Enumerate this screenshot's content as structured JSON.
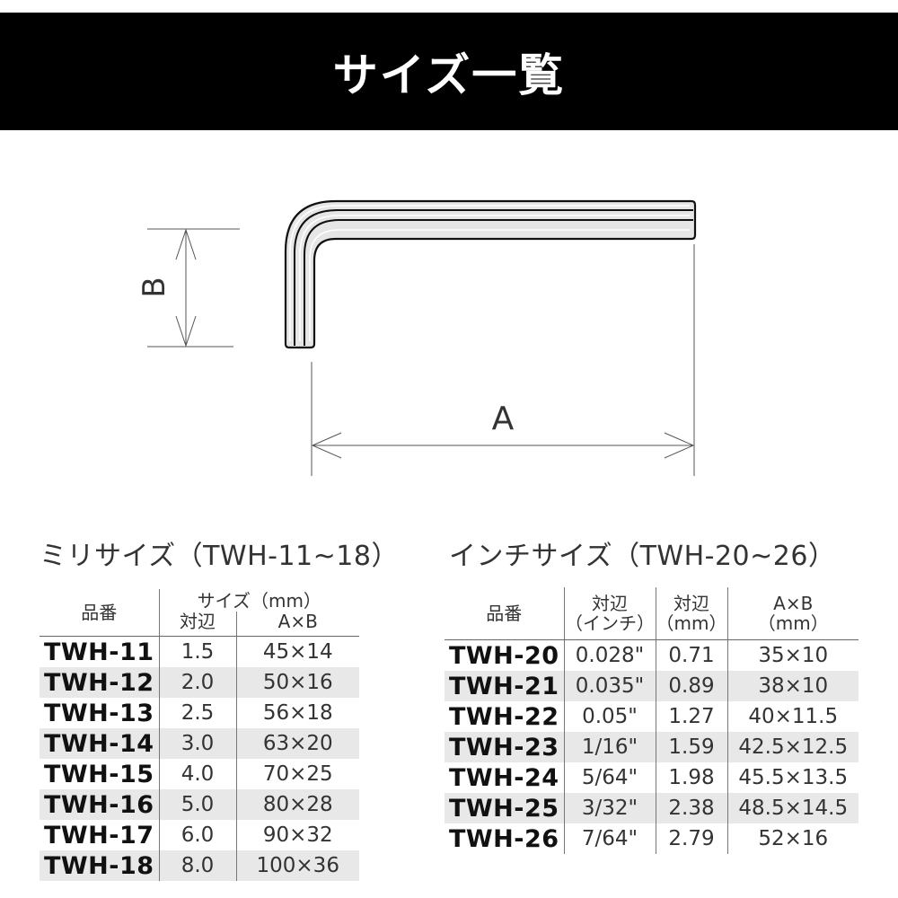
{
  "banner": {
    "title": "サイズ一覧"
  },
  "diagram": {
    "label_a": "A",
    "label_b": "B",
    "icon": "hex-key-l-wrench"
  },
  "metric": {
    "title": "ミリサイズ（TWH-11~18）",
    "headers": {
      "part_no": "品番",
      "size_group": "サイズ（mm）",
      "across_flats": "対辺",
      "axb": "A×B"
    },
    "rows": [
      {
        "code": "TWH-11",
        "across_flats": "1.5",
        "axb": "45×14"
      },
      {
        "code": "TWH-12",
        "across_flats": "2.0",
        "axb": "50×16"
      },
      {
        "code": "TWH-13",
        "across_flats": "2.5",
        "axb": "56×18"
      },
      {
        "code": "TWH-14",
        "across_flats": "3.0",
        "axb": "63×20"
      },
      {
        "code": "TWH-15",
        "across_flats": "4.0",
        "axb": "70×25"
      },
      {
        "code": "TWH-16",
        "across_flats": "5.0",
        "axb": "80×28"
      },
      {
        "code": "TWH-17",
        "across_flats": "6.0",
        "axb": "90×32"
      },
      {
        "code": "TWH-18",
        "across_flats": "8.0",
        "axb": "100×36"
      }
    ]
  },
  "inch": {
    "title": "インチサイズ（TWH-20~26）",
    "headers": {
      "part_no": "品番",
      "across_flats_inch_1": "対辺",
      "across_flats_inch_2": "（インチ）",
      "across_flats_mm_1": "対辺",
      "across_flats_mm_2": "（mm）",
      "axb_1": "A×B",
      "axb_2": "（mm）"
    },
    "rows": [
      {
        "code": "TWH-20",
        "inch": "0.028\"",
        "mm": "0.71",
        "axb": "35×10"
      },
      {
        "code": "TWH-21",
        "inch": "0.035\"",
        "mm": "0.89",
        "axb": "38×10"
      },
      {
        "code": "TWH-22",
        "inch": "0.05\"",
        "mm": "1.27",
        "axb": "40×11.5"
      },
      {
        "code": "TWH-23",
        "inch": "1/16\"",
        "mm": "1.59",
        "axb": "42.5×12.5"
      },
      {
        "code": "TWH-24",
        "inch": "5/64\"",
        "mm": "1.98",
        "axb": "45.5×13.5"
      },
      {
        "code": "TWH-25",
        "inch": "3/32\"",
        "mm": "2.38",
        "axb": "48.5×14.5"
      },
      {
        "code": "TWH-26",
        "inch": "7/64\"",
        "mm": "2.79",
        "axb": "52×16"
      }
    ]
  }
}
